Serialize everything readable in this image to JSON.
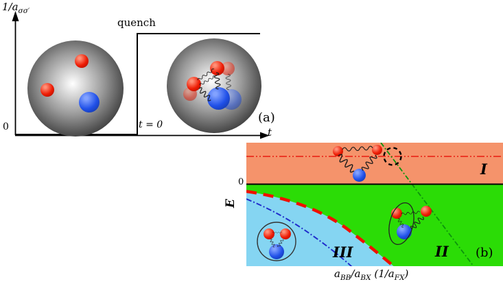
{
  "figure": {
    "description_tags": [
      "(a)",
      "(b)"
    ]
  },
  "panel_a": {
    "ylabel": {
      "base": "1/a",
      "sub": "σσ′"
    },
    "origin_label": "0",
    "quench_label": "quench",
    "step_time_label": "t = 0",
    "xlabel": "t",
    "tag": "(a)"
  },
  "panel_b": {
    "ylabel": "E",
    "zero_label": "0",
    "xlabel": {
      "b1": "a",
      "s1": "BB",
      "b2": "/a",
      "s2": "BX",
      "b3": " (1/a",
      "s3": "FX",
      "b4": ")"
    },
    "regions": [
      {
        "label": "I"
      },
      {
        "label": "II"
      },
      {
        "label": "III"
      }
    ],
    "tag": "(b)"
  },
  "icons": {
    "red-particle-icon": "red gradient circle",
    "blue-particle-icon": "blue gradient circle",
    "atom-cloud-icon": "gray radial-gradient sphere",
    "spring-icon": "sine/coil wavy path",
    "axis-arrow-icon": "black triangle arrowhead",
    "dashed-circle-icon": "black dashed ring"
  },
  "colors": {
    "region_I_fill": "#f5936b",
    "region_II_fill": "#2bdc06",
    "region_III_fill": "#85d5f2",
    "red_dashed_boundary": "#f01000",
    "blue_dashdot_curve": "#1f2ccc",
    "red_dashdot_line": "#ea1a10",
    "green_dashdot_line": "#0d930d",
    "red_particle": "#ee1c04",
    "blue_particle": "#2050e8",
    "axis_black": "#000000"
  }
}
